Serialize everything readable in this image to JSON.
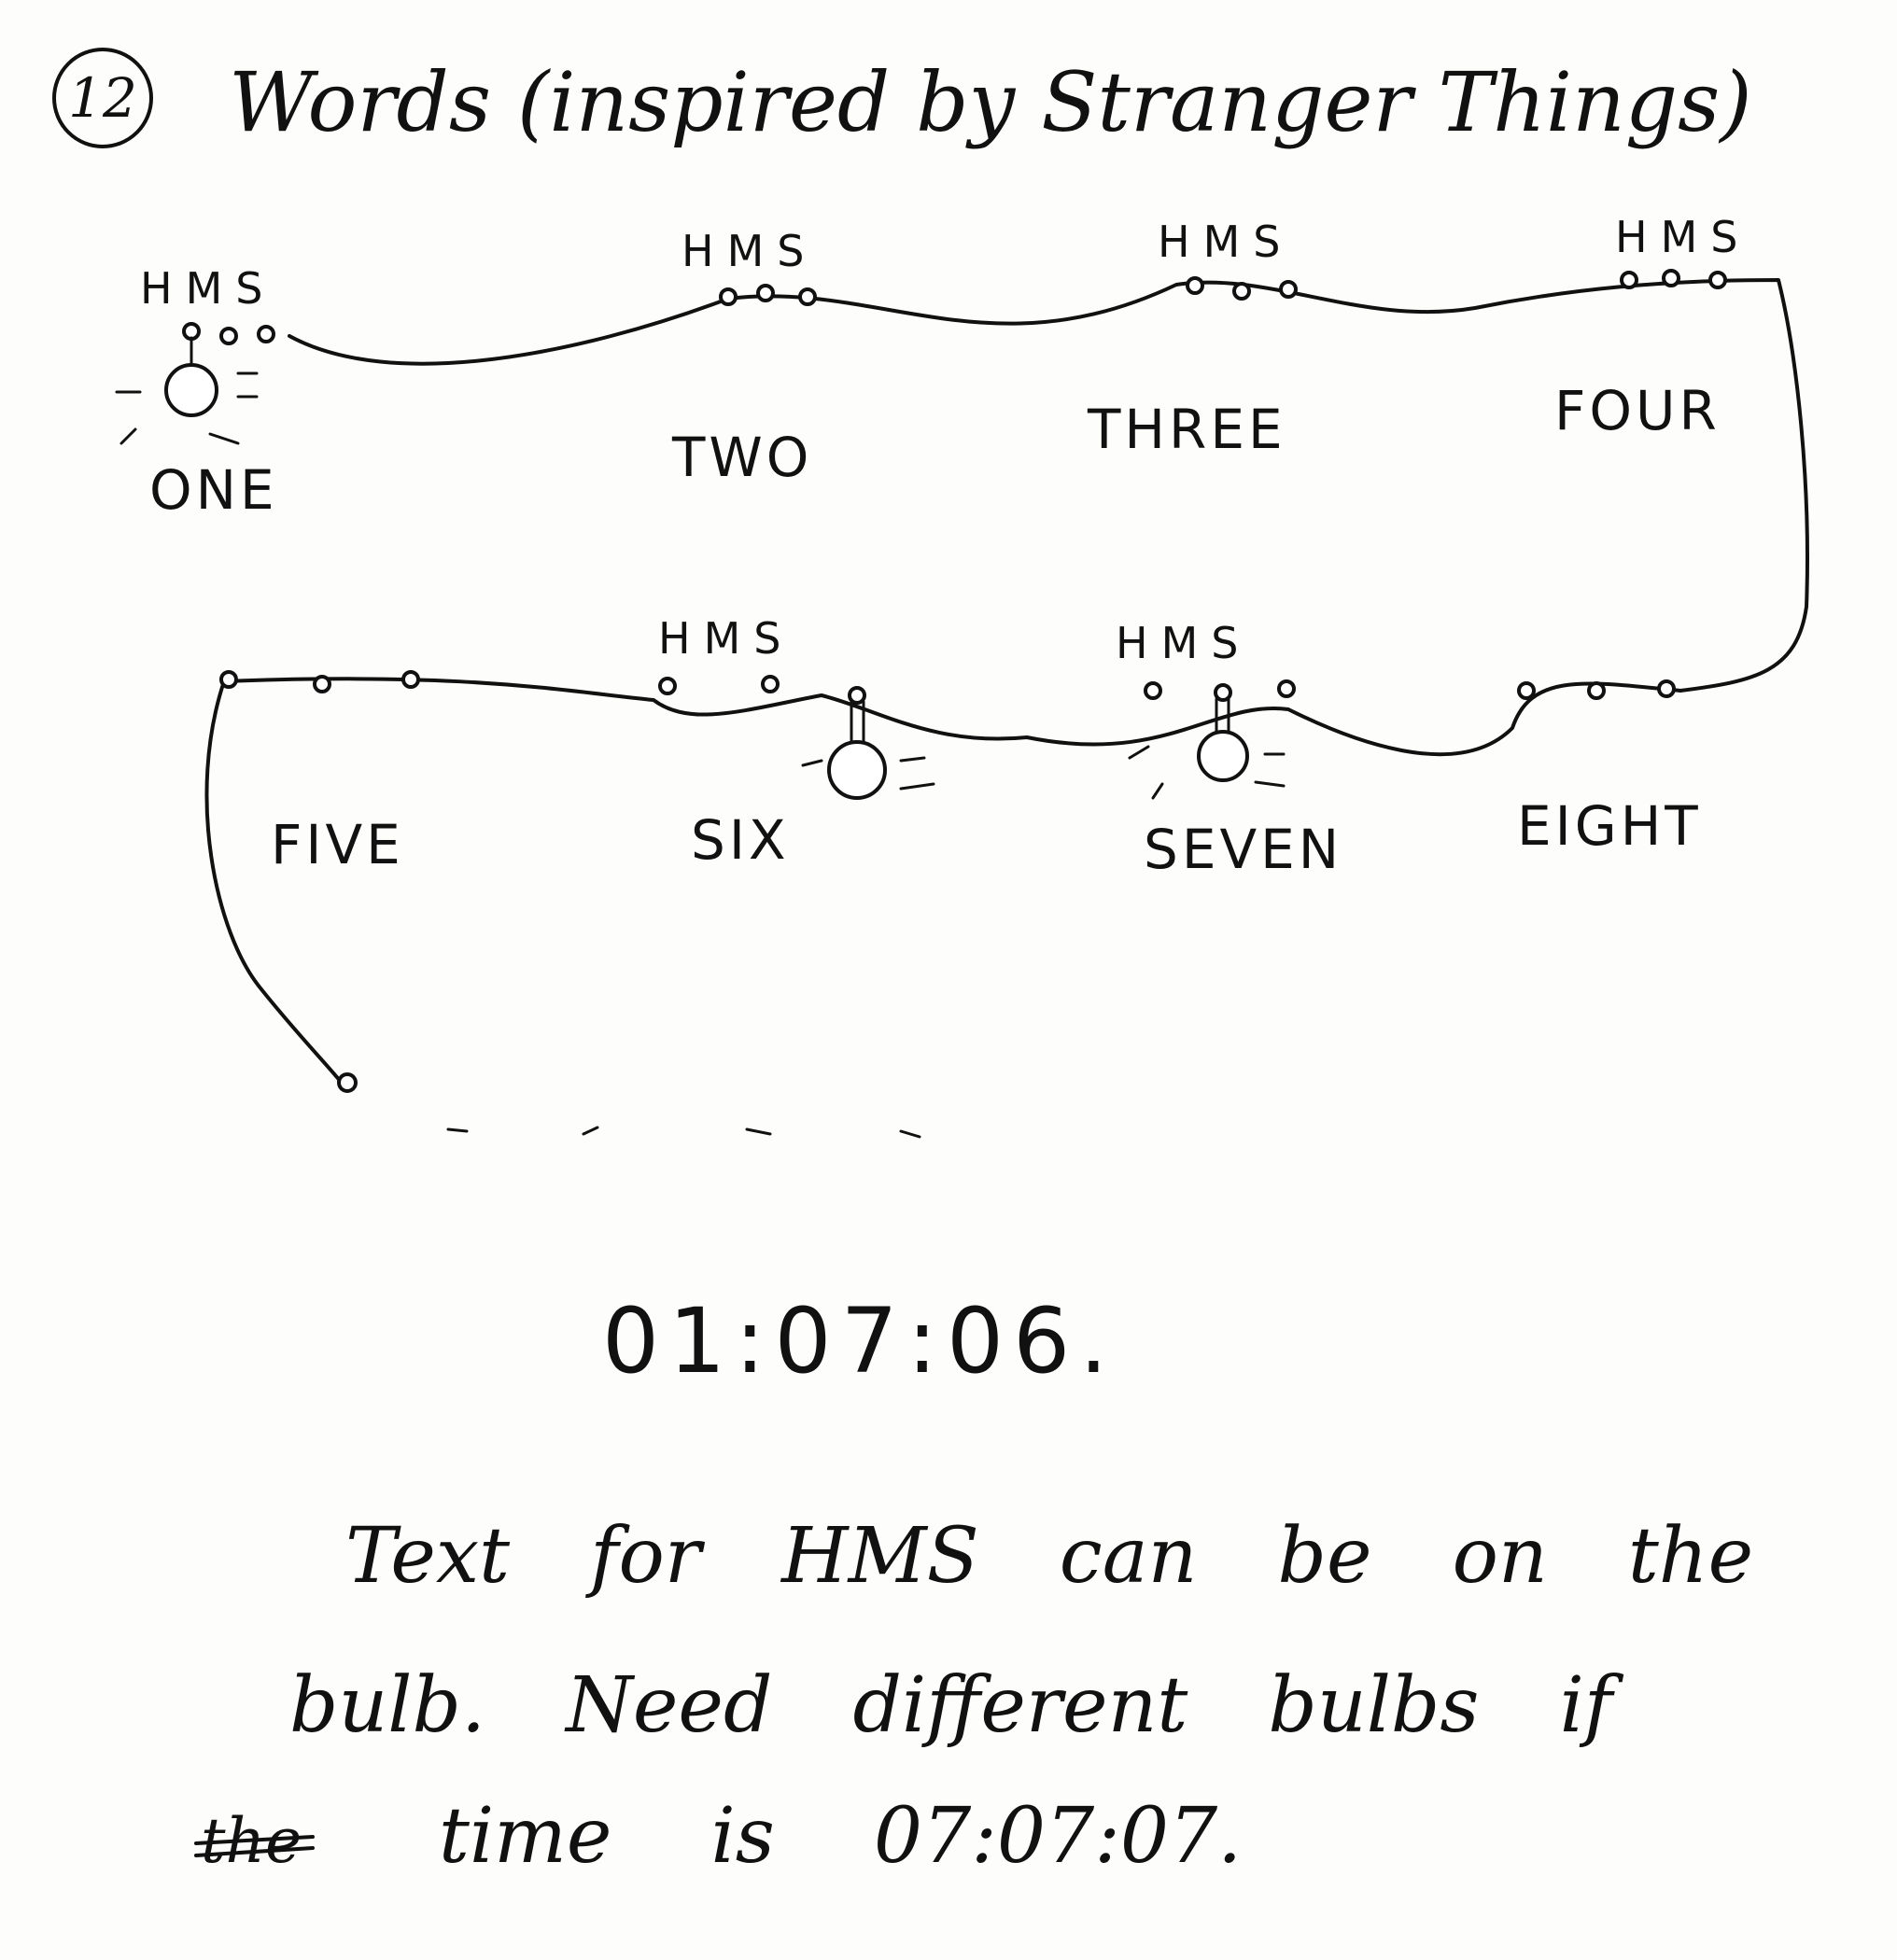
{
  "title": {
    "number": "12",
    "text": "Words (inspired by Stranger Things)"
  },
  "hms_label": "HMS",
  "words": [
    "ONE",
    "TWO",
    "THREE",
    "FOUR",
    "FIVE",
    "SIX",
    "SEVEN",
    "EIGHT"
  ],
  "lit_words": [
    "ONE",
    "SIX",
    "SEVEN"
  ],
  "time": "01:07:06.",
  "notes": {
    "line1": "Text for HMS can be on the",
    "line2": "bulb. Need different bulbs if",
    "line3_crossed": "the",
    "line3": "time is 07:07:07."
  }
}
